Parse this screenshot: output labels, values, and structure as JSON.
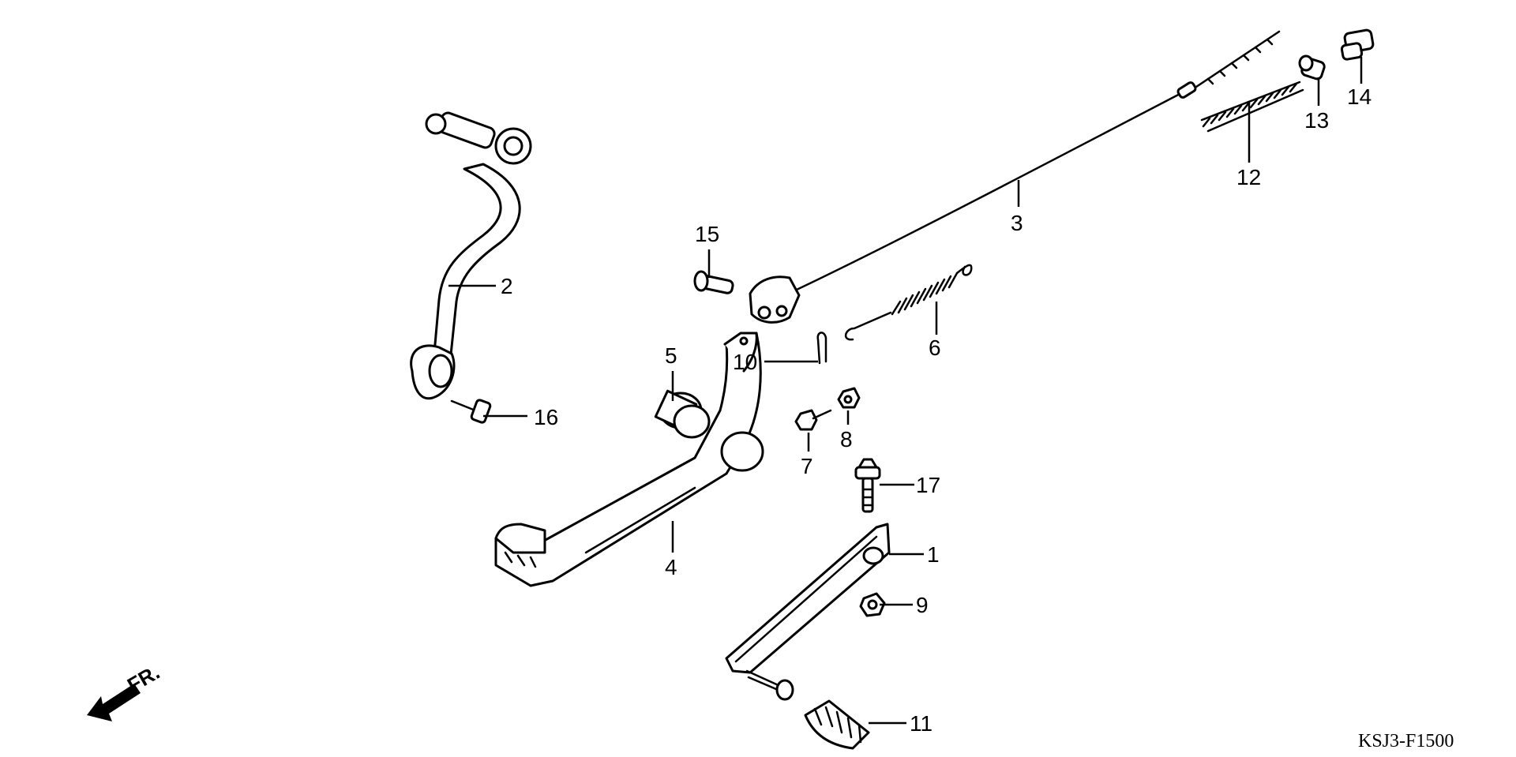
{
  "callouts": {
    "c1": "1",
    "c2": "2",
    "c3": "3",
    "c4": "4",
    "c5": "5",
    "c6": "6",
    "c7": "7",
    "c8": "8",
    "c9": "9",
    "c10": "10",
    "c11": "11",
    "c12": "12",
    "c13": "13",
    "c14": "14",
    "c15": "15",
    "c16": "16",
    "c17": "17"
  },
  "direction_label": "FR.",
  "diagram_code": "KSJ3-F1500",
  "icons": {
    "front_arrow": "front-direction-arrow-icon"
  }
}
